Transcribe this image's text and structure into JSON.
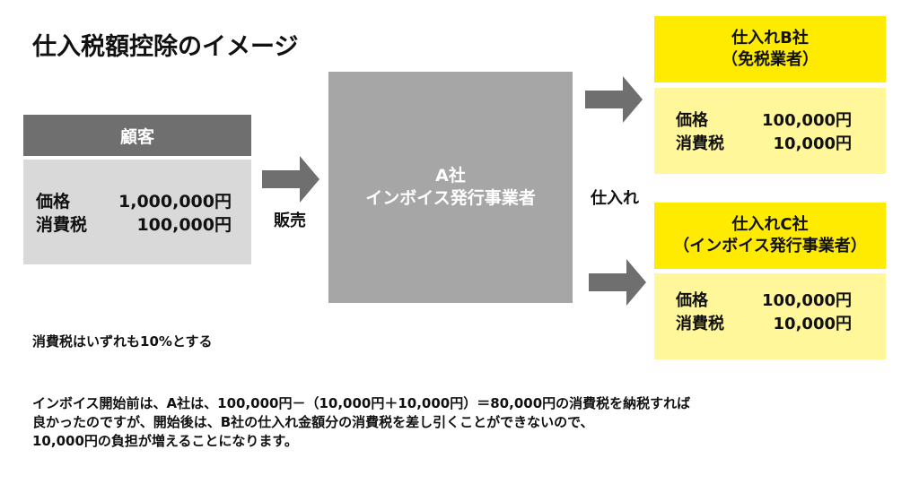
{
  "title": "仕入税額控除のイメージ",
  "customer": {
    "header": "顧客",
    "price_label": "価格",
    "price_value": "1,000,000円",
    "tax_label": "消費税",
    "tax_value": "100,000円"
  },
  "arrow_sell_label": "販売",
  "company_a": {
    "line1": "A社",
    "line2": "インボイス発行事業者"
  },
  "arrow_purchase_label": "仕入れ",
  "supplier_b": {
    "name": "仕入れB社",
    "type": "（免税業者）",
    "price_label": "価格",
    "price_value": "100,000円",
    "tax_label": "消費税",
    "tax_value": "10,000円"
  },
  "supplier_c": {
    "name": "仕入れC社",
    "type": "（インボイス発行事業者）",
    "price_label": "価格",
    "price_value": "100,000円",
    "tax_label": "消費税",
    "tax_value": "10,000円"
  },
  "note": "消費税はいずれも10%とする",
  "explanation": [
    "インボイス開始前は、A社は、100,000円－（10,000円＋10,000円）＝80,000円の消費税を納税すれば",
    "良かったのですが、開始後は、B社の仕入れ金額分の消費税を差し引くことができないので、",
    "10,000円の負担が増えることになります。"
  ],
  "colors": {
    "customer_header": "#6f6f6f",
    "customer_body": "#d9d9d9",
    "company_box": "#a6a6a6",
    "supplier_header": "#ffeb00",
    "supplier_body": "#fff79a",
    "arrow": "#6f6f6f"
  }
}
